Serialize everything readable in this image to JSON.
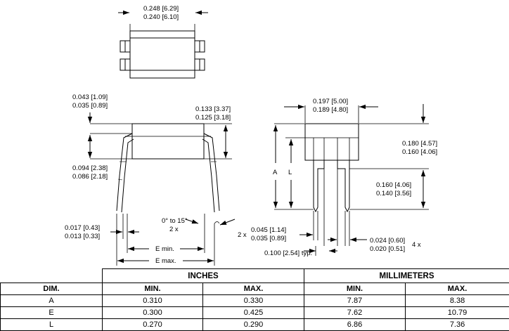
{
  "drawing": {
    "top_width": [
      "0.248 [6.29]",
      "0.240 [6.10]"
    ],
    "left_top": [
      "0.043 [1.09]",
      "0.035 [0.89]"
    ],
    "body_height": [
      "0.133 [3.37]",
      "0.125 [3.18]"
    ],
    "standoff": [
      "0.094 [2.38]",
      "0.086 [2.18]"
    ],
    "lead_thickness": [
      "0.017 [0.43]",
      "0.013 [0.33]"
    ],
    "angle": [
      "0° to 15°",
      "2 x"
    ],
    "e_min": "E min.",
    "e_max": "E max.",
    "end_width": [
      "0.197 [5.00]",
      "0.189 [4.80]"
    ],
    "overall_height": [
      "0.180 [4.57]",
      "0.160 [4.06]"
    ],
    "lead_length": [
      "0.160 [4.06]",
      "0.140 [3.56]"
    ],
    "dim_a": "A",
    "dim_l": "L",
    "lead_width": [
      "0.045 [1.14]",
      "0.035 [0.89]"
    ],
    "lead_width_count": "2 x",
    "pitch": "0.100 [2.54] typ.",
    "lead_tip": [
      "0.024 [0.60]",
      "0.020 [0.51]"
    ],
    "lead_tip_count": "4 x"
  },
  "table": {
    "group_headers": [
      "INCHES",
      "MILLIMETERS"
    ],
    "columns": [
      "DIM.",
      "MIN.",
      "MAX.",
      "MIN.",
      "MAX."
    ],
    "rows": [
      [
        "A",
        "0.310",
        "0.330",
        "7.87",
        "8.38"
      ],
      [
        "E",
        "0.300",
        "0.425",
        "7.62",
        "10.79"
      ],
      [
        "L",
        "0.270",
        "0.290",
        "6.86",
        "7.36"
      ]
    ]
  }
}
